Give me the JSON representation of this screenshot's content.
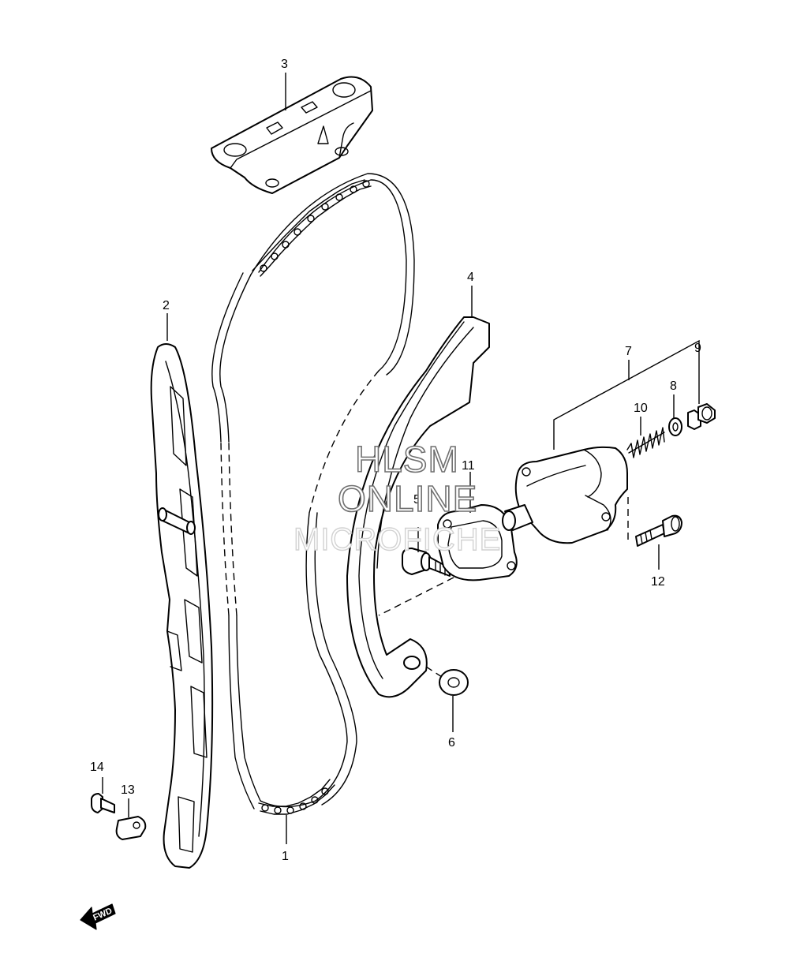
{
  "callouts": {
    "c1": "1",
    "c2": "2",
    "c3": "3",
    "c4": "4",
    "c5": "5",
    "c6": "6",
    "c7": "7",
    "c8": "8",
    "c9": "9",
    "c10": "10",
    "c11": "11",
    "c12": "12",
    "c13": "13",
    "c14": "14"
  },
  "watermark": {
    "line1": "HLSM",
    "line2": "ONLINE",
    "line3": "MICROFICHE"
  },
  "fwd_label": "FWD",
  "colors": {
    "line": "#000000",
    "background": "#ffffff",
    "watermark_dark": "#707070",
    "watermark_light": "#d2d2d2"
  }
}
